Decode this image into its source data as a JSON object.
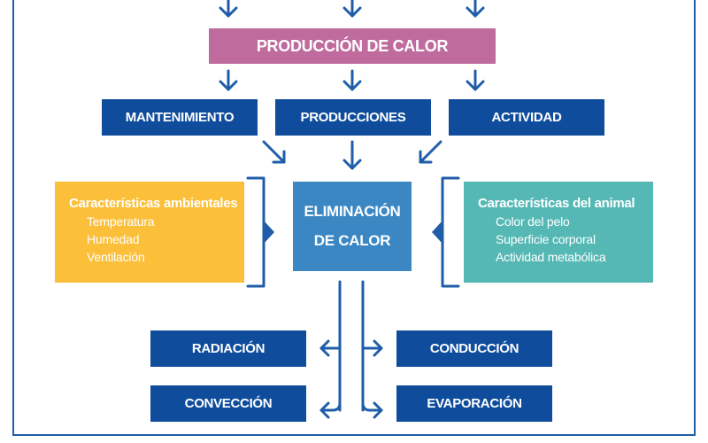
{
  "top": {
    "title": "PRODUCCIÓN DE CALOR"
  },
  "sources": [
    "MANTENIMIENTO",
    "PRODUCCIONES",
    "ACTIVIDAD"
  ],
  "center": {
    "line1": "ELIMINACIÓN",
    "line2": "DE CALOR"
  },
  "left_panel": {
    "heading": "Características ambientales",
    "items": [
      "Temperatura",
      "Humedad",
      "Ventilación"
    ]
  },
  "right_panel": {
    "heading": "Características del animal",
    "items": [
      "Color del pelo",
      "Superficie corporal",
      "Actividad metabólica"
    ]
  },
  "mechanisms": [
    "RADIACIÓN",
    "CONDUCCIÓN",
    "CONVECCIÓN",
    "EVAPORACIÓN"
  ],
  "colors": {
    "navy": "#0f4d9c",
    "magenta": "#bf6b9d",
    "center_blue": "#3a87c4",
    "yellow": "#fbbf3a",
    "teal": "#55b8b5",
    "frame": "#1f5da8"
  }
}
